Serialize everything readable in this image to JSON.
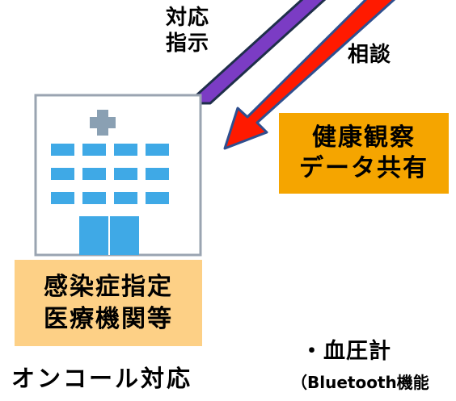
{
  "labels": {
    "instruction_line1": "対応",
    "instruction_line2": "指示",
    "consult": "相談",
    "shared_line1": "健康観察",
    "shared_line2": "データ共有",
    "facility_line1": "感染症指定",
    "facility_line2": "医療機関等",
    "oncall": "オンコール対応",
    "device_bp": "・血圧計",
    "device_bt": "（Bluetooth機能"
  },
  "colors": {
    "instruction_arrow": "#7b3cc4",
    "consult_arrow": "#ff1a00",
    "shared_box": "#f5a500",
    "facility_box": "#fdd086",
    "building_window": "#3fa9e6",
    "building_cross": "#8aa0b3"
  },
  "icons": {
    "building": "hospital-building-icon"
  }
}
